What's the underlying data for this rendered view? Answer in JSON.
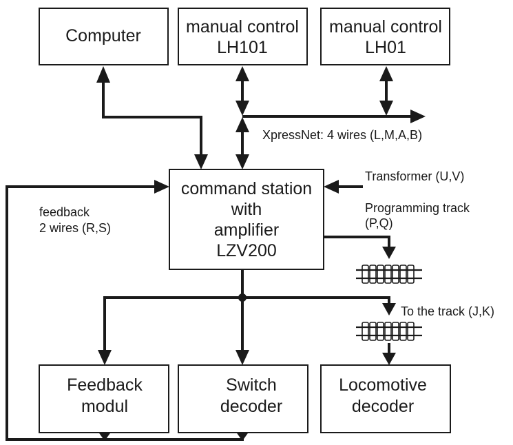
{
  "blocks": {
    "computer": [
      "Computer"
    ],
    "manual_control_lh101": [
      "manual control",
      "LH101"
    ],
    "manual_control_lh01": [
      "manual control",
      "LH01"
    ],
    "command_station": [
      "command station",
      "with",
      "amplifier",
      "LZV200"
    ],
    "feedback_modul": [
      "Feedback",
      "modul"
    ],
    "switch_decoder": [
      "Switch",
      "decoder"
    ],
    "locomotive_decoder": [
      "Locomotive",
      "decoder"
    ]
  },
  "labels": {
    "xpressnet": "XpressNet: 4 wires (L,M,A,B)",
    "transformer": "Transformer (U,V)",
    "programming_track": [
      "Programming track",
      "(P,Q)"
    ],
    "feedback": [
      "feedback",
      "2 wires (R,S)"
    ],
    "to_track": "To the track (J,K)"
  },
  "icons": [
    "programming-track-icon",
    "track-icon"
  ],
  "colors": {
    "ink": "#1a1a1a",
    "background": "#ffffff"
  }
}
